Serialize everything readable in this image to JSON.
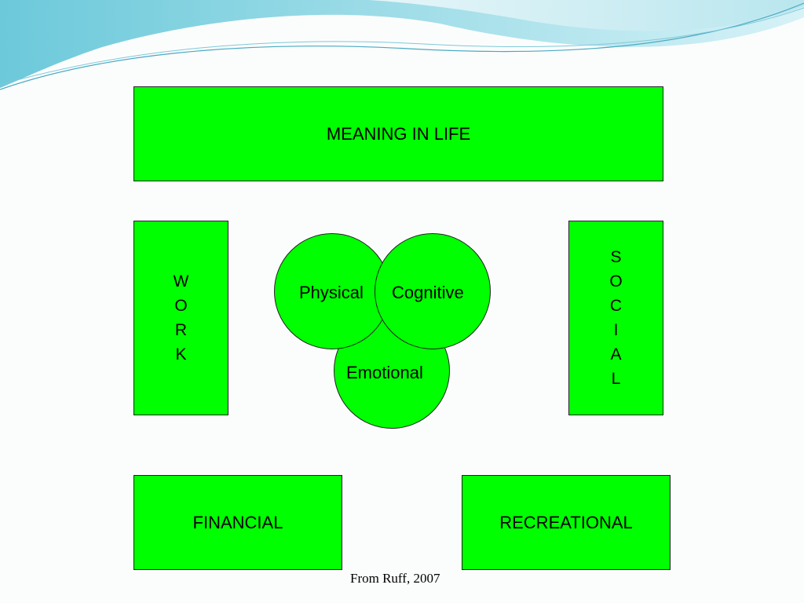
{
  "diagram": {
    "meaning": "MEANING IN LIFE",
    "work": [
      "W",
      "O",
      "R",
      "K"
    ],
    "social": [
      "S",
      "O",
      "C",
      "I",
      "A",
      "L"
    ],
    "physical": "Physical",
    "cognitive": "Cognitive",
    "emotional": "Emotional",
    "financial": "FINANCIAL",
    "recreational": "RECREATIONAL"
  },
  "citation": "From Ruff, 2007",
  "colors": {
    "box_fill": "#00ff00",
    "border": "#222222",
    "banner_light": "#cdeef4",
    "banner_dark": "#3fb6cc"
  }
}
